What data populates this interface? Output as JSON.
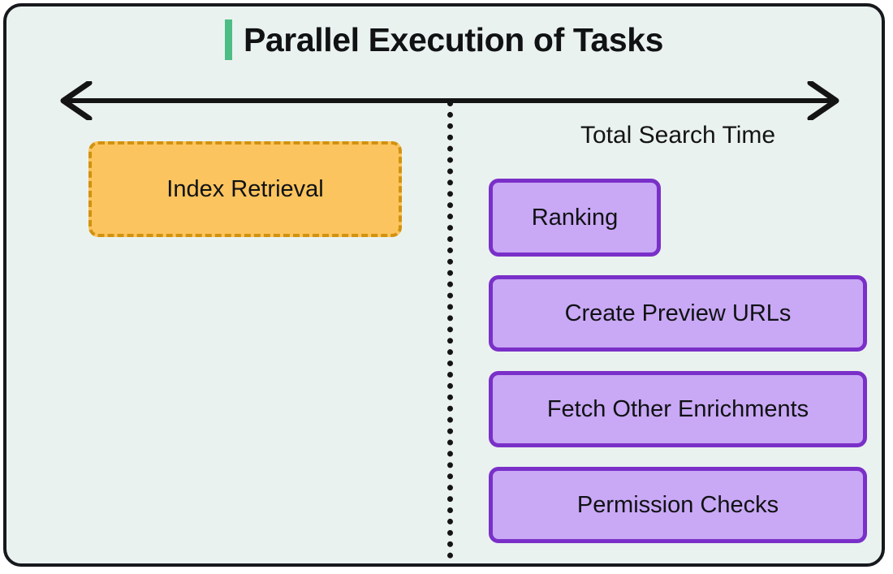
{
  "diagram": {
    "title": "Parallel Execution of Tasks",
    "accent_color": "#4cbd85",
    "background_color": "#eaf2ef",
    "frame_border_color": "#17191c",
    "type": "timeline-parallel-tasks",
    "timeline": {
      "arrow_name": "double-headed-horizontal-arrow",
      "arrow_color": "#141414",
      "divider_name": "phase-divider-dotted-line",
      "divider_style": "dotted",
      "divider_color": "#141414"
    },
    "labels": {
      "total_search_time": "Total Search Time"
    },
    "phases": [
      {
        "name": "sequential-phase",
        "tasks": [
          {
            "id": "index-retrieval",
            "label": "Index Retrieval",
            "style": "dashed-orange",
            "fill_color": "#fbc45e",
            "border_color": "#d2920f"
          }
        ]
      },
      {
        "name": "parallel-phase",
        "label": "Total Search Time",
        "tasks": [
          {
            "id": "ranking",
            "label": "Ranking",
            "style": "solid-purple",
            "fill_color": "#c9a8f5",
            "border_color": "#7a30c8"
          },
          {
            "id": "create-preview-urls",
            "label": "Create Preview URLs",
            "style": "solid-purple",
            "fill_color": "#c9a8f5",
            "border_color": "#7a30c8"
          },
          {
            "id": "fetch-other-enrichments",
            "label": "Fetch Other Enrichments",
            "style": "solid-purple",
            "fill_color": "#c9a8f5",
            "border_color": "#7a30c8"
          },
          {
            "id": "permission-checks",
            "label": "Permission Checks",
            "style": "solid-purple",
            "fill_color": "#c9a8f5",
            "border_color": "#7a30c8"
          }
        ]
      }
    ]
  }
}
